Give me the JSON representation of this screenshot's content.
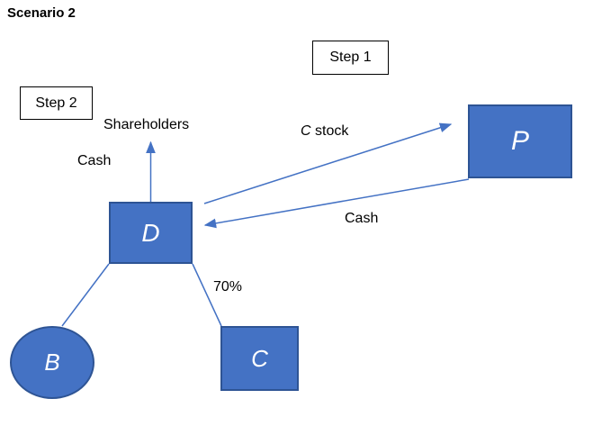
{
  "diagram": {
    "title": "Scenario 2",
    "steps": {
      "step1": "Step 1",
      "step2": "Step 2"
    },
    "labels": {
      "shareholders": "Shareholders",
      "cash_left": "Cash",
      "c_stock_symbol": "C",
      "c_stock_rest": " stock",
      "cash_right": "Cash",
      "ownership_pct": "70%"
    },
    "nodes": {
      "p": "P",
      "d": "D",
      "b": "B",
      "c": "C"
    },
    "colors": {
      "shape_fill": "#4472C4",
      "shape_border": "#2E5494",
      "connector": "#4472C4",
      "text": "#000000",
      "background": "#ffffff"
    }
  }
}
